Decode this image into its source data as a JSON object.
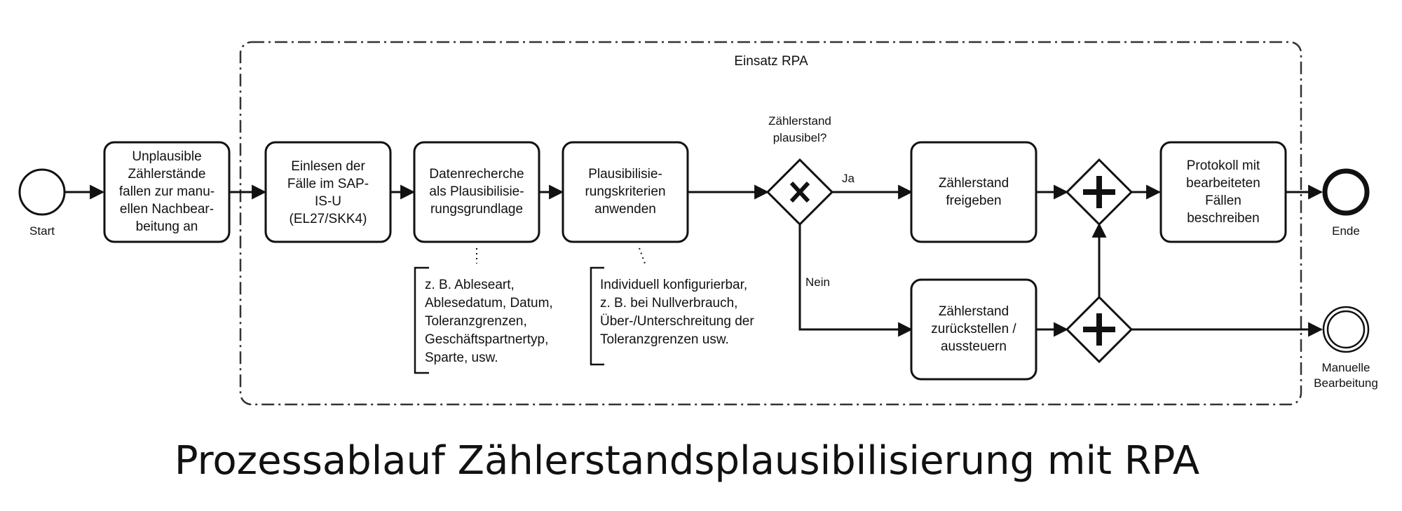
{
  "diagram": {
    "group": {
      "label": "Einsatz RPA"
    },
    "events": {
      "start": {
        "label": "Start"
      },
      "end": {
        "label": "Ende"
      },
      "manual": {
        "label": [
          "Manuelle",
          "Bearbeitung"
        ]
      }
    },
    "tasks": [
      {
        "id": "t1",
        "lines": [
          "Unplausible",
          "Zählerstände",
          "fallen zur manu-",
          "ellen Nachbear-",
          "beitung an"
        ]
      },
      {
        "id": "t2",
        "lines": [
          "Einlesen der",
          "Fälle im SAP-",
          "IS-U",
          "(EL27/SKK4)"
        ]
      },
      {
        "id": "t3",
        "lines": [
          "Datenrecherche",
          "als Plausibilisie-",
          "rungsgrundlage"
        ]
      },
      {
        "id": "t4",
        "lines": [
          "Plausibilisie-",
          "rungskriterien",
          "anwenden"
        ]
      },
      {
        "id": "t5",
        "lines": [
          "Zählerstand",
          "freigeben"
        ]
      },
      {
        "id": "t6",
        "lines": [
          "Zählerstand",
          "zurückstellen /",
          "aussteuern"
        ]
      },
      {
        "id": "t7",
        "lines": [
          "Protokoll mit",
          "bearbeiteten",
          "Fällen",
          "beschreiben"
        ]
      }
    ],
    "gateway": {
      "question": [
        "Zählerstand",
        "plausibel?"
      ],
      "yes": "Ja",
      "no": "Nein"
    },
    "annotations": [
      {
        "lines": [
          "z. B. Ableseart,",
          "Ablesedatum, Datum,",
          "Toleranzgrenzen,",
          "Geschäftspartnertyp,",
          "Sparte, usw."
        ]
      },
      {
        "lines": [
          "Individuell konfigurierbar,",
          "z. B. bei Nullverbrauch,",
          "Über-/Unterschreitung der",
          "Toleranzgrenzen usw."
        ]
      }
    ]
  },
  "caption": "Prozessablauf Zählerstandsplausibilisierung mit RPA"
}
